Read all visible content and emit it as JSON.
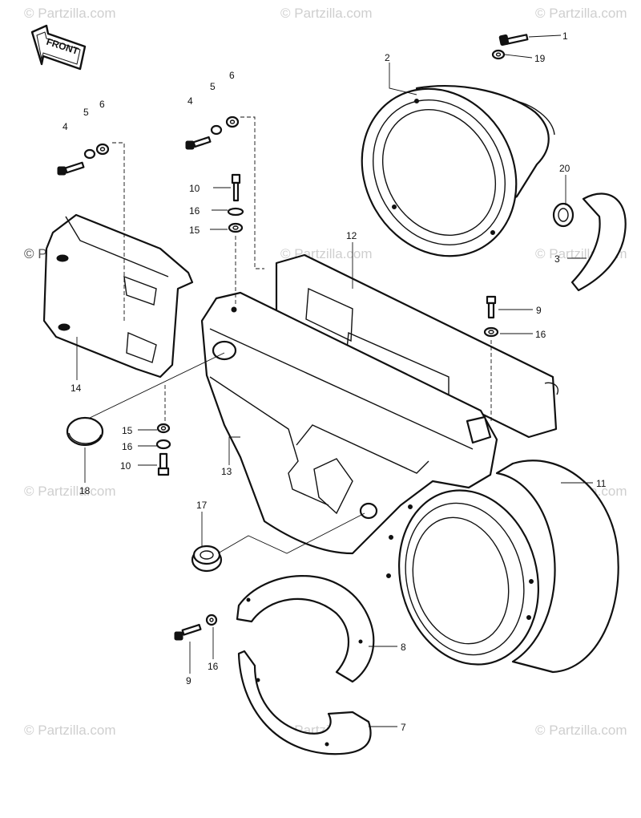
{
  "watermark": "© Partzilla.com",
  "front_label": "FRONT",
  "callouts": [
    {
      "id": "c1",
      "text": "1"
    },
    {
      "id": "c19",
      "text": "19"
    },
    {
      "id": "c2",
      "text": "2"
    },
    {
      "id": "c20",
      "text": "20"
    },
    {
      "id": "c3",
      "text": "3"
    },
    {
      "id": "c12",
      "text": "12"
    },
    {
      "id": "c9a",
      "text": "9"
    },
    {
      "id": "c16a",
      "text": "16"
    },
    {
      "id": "c4a",
      "text": "4"
    },
    {
      "id": "c5a",
      "text": "5"
    },
    {
      "id": "c6a",
      "text": "6"
    },
    {
      "id": "c4b",
      "text": "4"
    },
    {
      "id": "c5b",
      "text": "5"
    },
    {
      "id": "c6b",
      "text": "6"
    },
    {
      "id": "c10a",
      "text": "10"
    },
    {
      "id": "c16b",
      "text": "16"
    },
    {
      "id": "c15a",
      "text": "15"
    },
    {
      "id": "c14",
      "text": "14"
    },
    {
      "id": "c15b",
      "text": "15"
    },
    {
      "id": "c16c",
      "text": "16"
    },
    {
      "id": "c10b",
      "text": "10"
    },
    {
      "id": "c18",
      "text": "18"
    },
    {
      "id": "c13",
      "text": "13"
    },
    {
      "id": "c11",
      "text": "11"
    },
    {
      "id": "c17",
      "text": "17"
    },
    {
      "id": "c8",
      "text": "8"
    },
    {
      "id": "c9b",
      "text": "9"
    },
    {
      "id": "c16d",
      "text": "16"
    },
    {
      "id": "c7",
      "text": "7"
    }
  ]
}
